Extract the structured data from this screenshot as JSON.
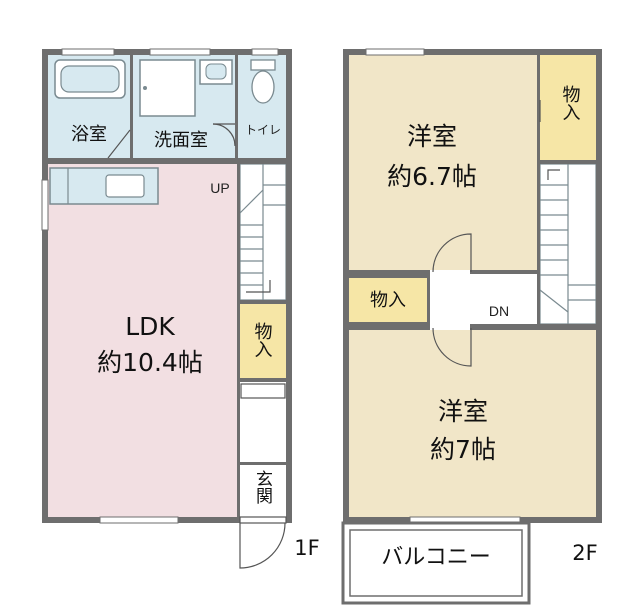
{
  "floor_plan": {
    "floor1": {
      "label": "1F",
      "rooms": {
        "bath": "浴室",
        "washroom": "洗面室",
        "toilet": "トイレ",
        "ldk_name": "LDK",
        "ldk_size": "約10.4帖",
        "storage": "物入",
        "entrance": "玄関"
      },
      "stairs_label": "UP"
    },
    "floor2": {
      "label": "2F",
      "rooms": {
        "room1_name": "洋室",
        "room1_size": "約6.7帖",
        "room2_name": "洋室",
        "room2_size": "約7帖",
        "storage_top": "物入",
        "storage_mid": "物入",
        "balcony": "バルコニー"
      },
      "stairs_label": "DN"
    },
    "colors": {
      "wall": "#6e6e6e",
      "ldk": "#f2dfe2",
      "wet_area": "#d7e9f0",
      "western_room": "#f1e6c8",
      "storage": "#f6e6a6"
    }
  }
}
